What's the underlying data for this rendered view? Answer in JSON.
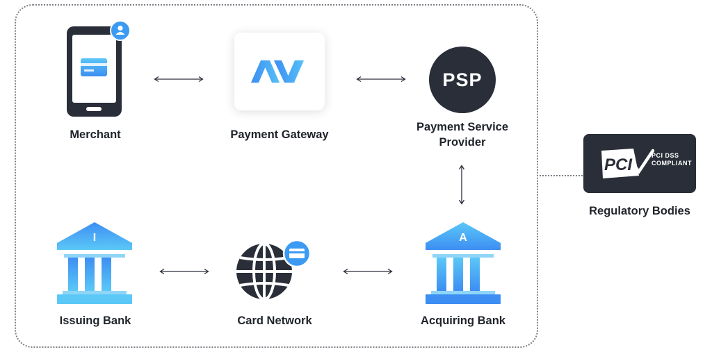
{
  "nodes": {
    "merchant": {
      "label": "Merchant"
    },
    "payment_gateway": {
      "label": "Payment Gateway"
    },
    "psp": {
      "badge": "PSP",
      "label": "Payment Service Provider"
    },
    "issuing_bank": {
      "badge": "I",
      "label": "Issuing Bank"
    },
    "card_network": {
      "label": "Card Network"
    },
    "acquiring_bank": {
      "badge": "A",
      "label": "Acquiring Bank"
    },
    "regulatory": {
      "logo_text": "PCI DSS COMPLIANT",
      "label": "Regulatory Bodies"
    }
  },
  "colors": {
    "dark": "#2a2e38",
    "blue": "#3d9af2",
    "blue_light": "#5bc6f7",
    "border": "#7b7f86"
  },
  "icons": {
    "merchant": "smartphone-with-card-icon",
    "gateway": "gateway-logo-icon",
    "issuing_bank": "bank-building-icon",
    "card_network": "globe-with-card-icon",
    "acquiring_bank": "bank-building-icon",
    "regulatory": "pci-dss-logo"
  }
}
